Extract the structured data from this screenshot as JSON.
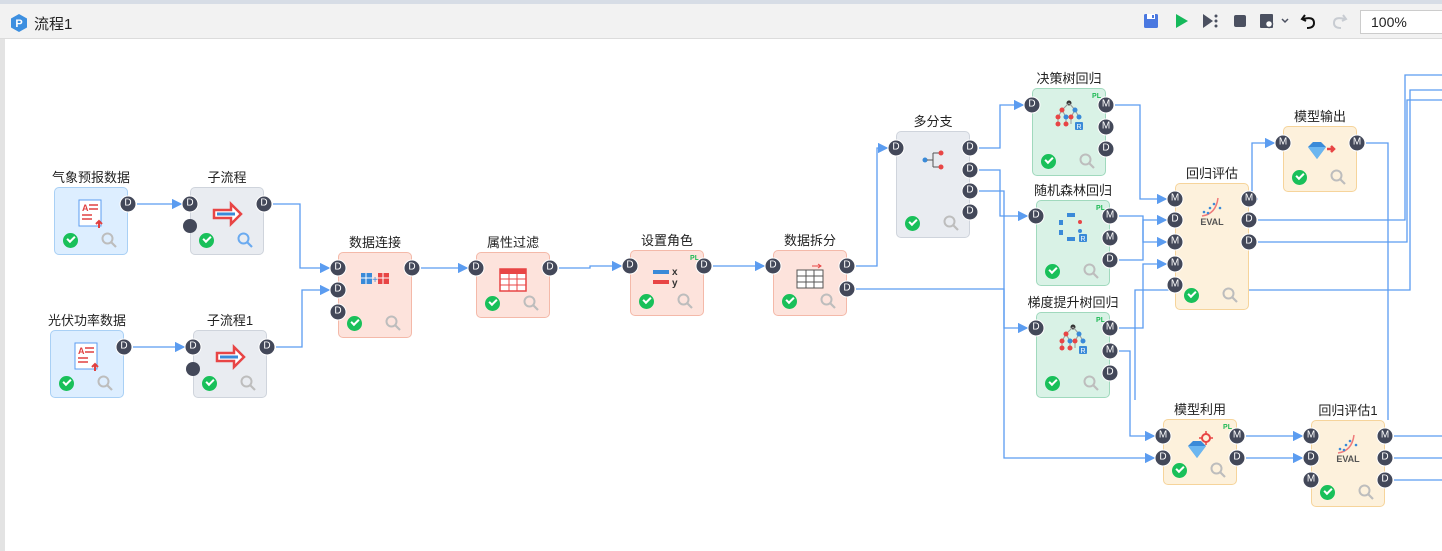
{
  "header": {
    "title": "流程1",
    "zoom": "100%",
    "toolbar": [
      "save-icon",
      "run-icon",
      "step-run-icon",
      "stop-icon",
      "view-icon",
      "undo-icon",
      "redo-icon"
    ]
  },
  "colors": {
    "accent": "#4a90e2",
    "edge": "#5b9cf0",
    "port": "#434859",
    "ok": "#19c05a"
  },
  "nodes": {
    "weather": {
      "label": "气象预报数据"
    },
    "sub": {
      "label": "子流程"
    },
    "pv": {
      "label": "光伏功率数据"
    },
    "sub1": {
      "label": "子流程1"
    },
    "join": {
      "label": "数据连接"
    },
    "filter": {
      "label": "属性过滤"
    },
    "role": {
      "label": "设置角色"
    },
    "split": {
      "label": "数据拆分"
    },
    "branch": {
      "label": "多分支"
    },
    "dtree": {
      "label": "决策树回归"
    },
    "rf": {
      "label": "随机森林回归"
    },
    "gbt": {
      "label": "梯度提升树回归"
    },
    "eval": {
      "label": "回归评估"
    },
    "out": {
      "label": "模型输出"
    },
    "apply": {
      "label": "模型利用"
    },
    "eval1": {
      "label": "回归评估1"
    }
  },
  "ports": {
    "D": "D",
    "M": "M"
  },
  "badges": {
    "pl": "PL",
    "eval": "EVAL"
  }
}
